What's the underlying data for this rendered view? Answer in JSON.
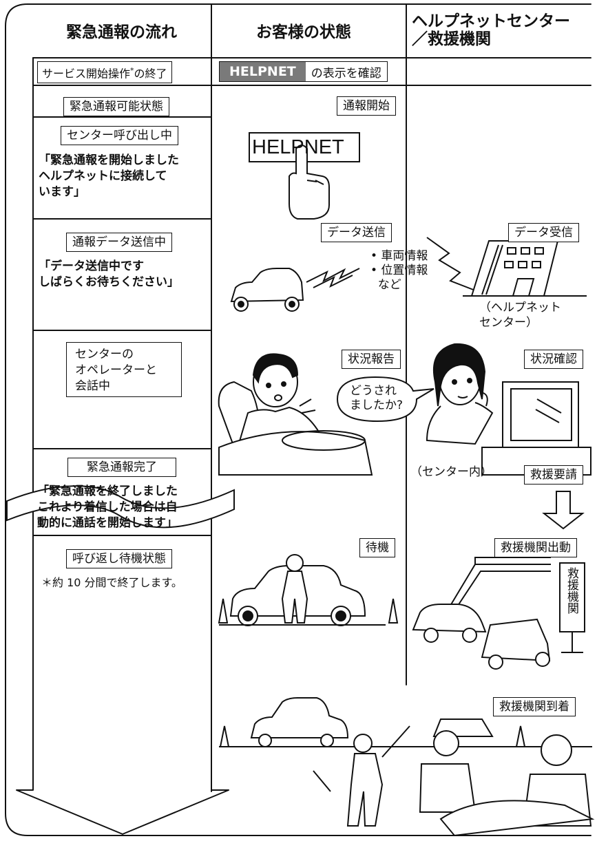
{
  "headers": {
    "flow": "緊急通報の流れ",
    "customer": "お客様の状態",
    "center": "ヘルプネットセンター\n／救援機関"
  },
  "flow_steps": {
    "service_start": "サービス開始操作",
    "service_start_mark": "*",
    "service_start_suffix": "の終了",
    "ready": "緊急通報可能状態",
    "calling": "センター呼び出し中",
    "calling_msg": "「緊急通報を開始しました\nヘルプネットに接続して\nいます」",
    "sending": "通報データ送信中",
    "sending_msg": "「データ送信中です\nしばらくお待ちください」",
    "talking": "センターの\nオペレーターと\n会話中",
    "complete": "緊急通報完了",
    "complete_msg": "「緊急通報を終了しました\nこれより着信した場合は自\n動的に通話を開始します」",
    "callback": "呼び返し待機状態",
    "footnote": "＊約 10 分間で終了します。"
  },
  "customer_steps": {
    "helpnet_badge": "HELPNET",
    "confirm_suffix": "の表示を確認",
    "start_call": "通報開始",
    "helpnet_button": "HELPNET",
    "data_send": "データ送信",
    "data_items": [
      "• 車両情報",
      "• 位置情報",
      "  など"
    ],
    "status_report": "状況報告",
    "speech": "どうされ\nましたか?",
    "standby": "待機"
  },
  "center_steps": {
    "data_receive": "データ受信",
    "center_caption": "（ヘルプネット\nセンター）",
    "status_confirm": "状況確認",
    "center_inside": "（センター内）",
    "rescue_request": "救援要請",
    "rescue_dispatch": "救援機関出動",
    "rescue_sign": "救援機関",
    "rescue_arrive": "救援機関到着"
  },
  "colors": {
    "line": "#111111",
    "badge_bg": "#7a7a7a",
    "badge_text": "#ffffff",
    "background": "#ffffff"
  }
}
